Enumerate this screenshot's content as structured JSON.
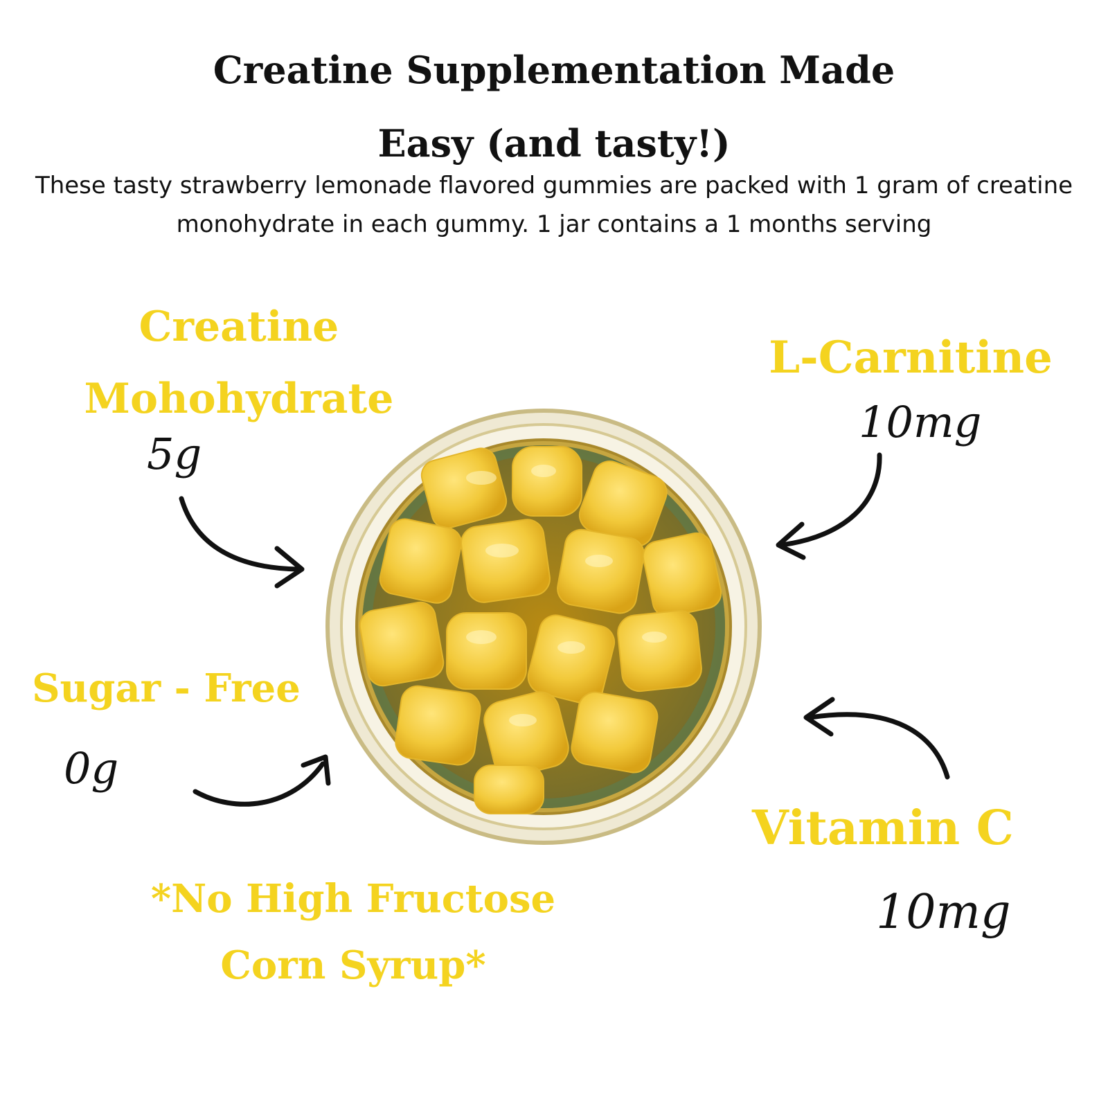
{
  "heading": {
    "line1": "Creatine Supplementation Made",
    "line2": "Easy (and tasty!)",
    "description": "These tasty strawberry lemonade flavored gummies are packed with 1 gram of creatine monohydrate in each gummy. 1 jar contains a 1 months serving"
  },
  "callouts": {
    "creatine": {
      "label_line1": "Creatine",
      "label_line2": "Mohohydrate",
      "value": "5g"
    },
    "carnitine": {
      "label": "L-Carnitine",
      "value": "10mg"
    },
    "sugar": {
      "label": "Sugar - Free",
      "value": "0g"
    },
    "vitamin_c": {
      "label": "Vitamin C",
      "value": "10mg"
    },
    "hfcs": {
      "line1": "*No High Fructose",
      "line2": "Corn Syrup*"
    }
  },
  "colors": {
    "accent_yellow": "#f4d31f",
    "text_black": "#111111",
    "gummy_yellow": "#f2c93a",
    "jar_rim": "#d9cfa0",
    "jar_inner": "#5e7a4c"
  },
  "icons": {
    "arrows": [
      "curved-arrow-icon"
    ],
    "product": "gummy-jar-image"
  }
}
